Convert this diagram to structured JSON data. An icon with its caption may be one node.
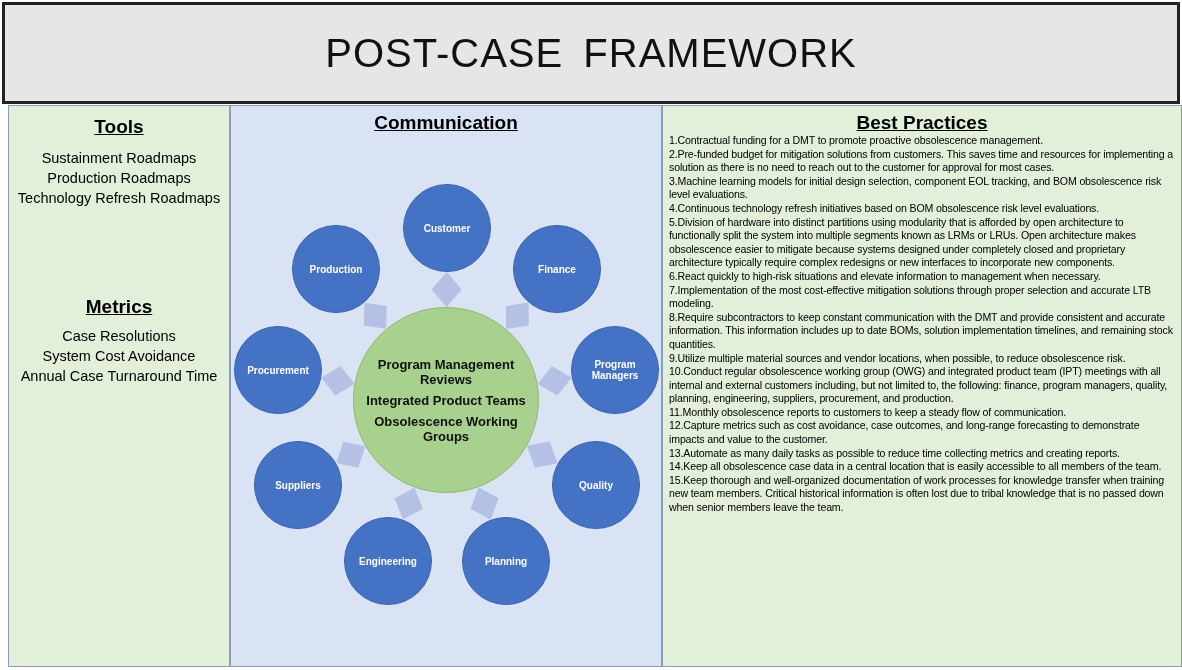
{
  "diagram": {
    "title": "POST-CASE FRAMEWORK",
    "nodes": [
      {
        "text": [
          "Tools",
          "Sustainment Roadmaps",
          "Production Roadmaps",
          "Technology Refresh Roadmaps",
          "Metrics",
          "Case Resolutions",
          "System Cost Avoidance",
          "Annual Case Turnaround Time"
        ]
      },
      {
        "text": [
          "Communication"
        ]
      },
      {
        "text": [
          "Program Management Reviews",
          "Integrated Product Teams",
          "Obsolescence Working Groups"
        ],
        "in": 1
      },
      {
        "text": [
          "Customer"
        ],
        "in": 1
      },
      {
        "text": [
          "Finance"
        ],
        "in": 1
      },
      {
        "text": [
          "Program Managers"
        ],
        "in": 1
      },
      {
        "text": [
          "Quality"
        ],
        "in": 1
      },
      {
        "text": [
          "Planning"
        ],
        "in": 1
      },
      {
        "text": [
          "Engineering"
        ],
        "in": 1
      },
      {
        "text": [
          "Suppliers"
        ],
        "in": 1
      },
      {
        "text": [
          "Procurement"
        ],
        "in": 1
      },
      {
        "text": [
          "Production"
        ],
        "in": 1
      },
      {
        "text": [
          "Best Practices",
          "1.Contractual funding for a DMT to promote proactive obsolescence management.",
          "2.Pre-funded budget for mitigation solutions from customers. This saves time and resources for implementing a solution as there is no need to reach out to the customer for approval for most cases.",
          "3.Machine learning models for initial design selection, component EOL tracking, and BOM obsolescence risk level evaluations.",
          "4.Continuous technology refresh initiatives based on BOM obsolescence risk level evaluations.",
          "5.Division of hardware into distinct partitions using modularity that is afforded by open architecture to functionally split the system into multiple segments known as LRMs or LRUs. Open architecture makes obsolescence easier to mitigate because systems designed under completely closed and proprietary architecture typically require complex redesigns or new interfaces to incorporate new components.",
          "6.React quickly to high-risk situations and elevate information to management when necessary.",
          "7.Implementation of the most cost-effective mitigation solutions through proper selection and accurate LTB modeling.",
          "8.Require subcontractors to keep constant communication with the DMT and provide consistent and accurate information. This information includes up to date BOMs, solution implementation timelines, and remaining stock quantities.",
          "9.Utilize multiple material sources and vendor locations, when possible, to reduce obsolescence risk.",
          "10.Conduct regular obsolescence working group (OWG) and integrated product team (IPT) meetings with all internal and external customers including, but not limited to, the following: finance, program managers, quality, planning, engineering, suppliers, procurement, and production.",
          "11.Monthly obsolescence reports to customers to keep a steady flow of communication.",
          "12.Capture metrics such as cost avoidance, case outcomes, and long-range forecasting to demonstrate impacts and value to the customer.",
          "13.Automate as many daily tasks as possible to reduce time collecting metrics and creating reports.",
          "14.Keep all obsolescence case data in a central location that is easily accessible to all members of the team.",
          "15.Keep thorough and well-organized documentation of work processes for knowledge transfer when training new team members. Critical historical information is often lost due to tribal knowledge that is no passed down when senior members leave the team."
        ]
      }
    ],
    "edges": [
      {
        "from": 2,
        "to": 3,
        "arrow": "none"
      },
      {
        "from": 2,
        "to": 4,
        "arrow": "none"
      },
      {
        "from": 2,
        "to": 5,
        "arrow": "none"
      },
      {
        "from": 2,
        "to": 6,
        "arrow": "none"
      },
      {
        "from": 2,
        "to": 7,
        "arrow": "none"
      },
      {
        "from": 2,
        "to": 8,
        "arrow": "none"
      },
      {
        "from": 2,
        "to": 9,
        "arrow": "none"
      },
      {
        "from": 2,
        "to": 10,
        "arrow": "none"
      },
      {
        "from": 2,
        "to": 11,
        "arrow": "none"
      }
    ]
  }
}
